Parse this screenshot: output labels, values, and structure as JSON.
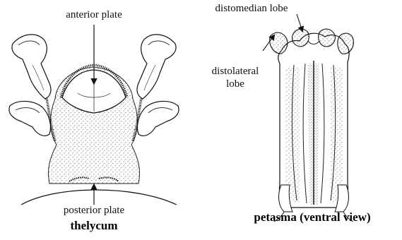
{
  "thelycum": {
    "caption": "thelycum",
    "labels": {
      "anterior_plate": "anterior plate",
      "posterior_plate": "posterior plate"
    }
  },
  "petasma": {
    "caption": "petasma (ventral view)",
    "labels": {
      "distomedian_lobe": "distomedian lobe",
      "distolateral_lobe_line1": "distolateral",
      "distolateral_lobe_line2": "lobe"
    }
  },
  "colors": {
    "ink": "#111111",
    "background": "#ffffff"
  }
}
